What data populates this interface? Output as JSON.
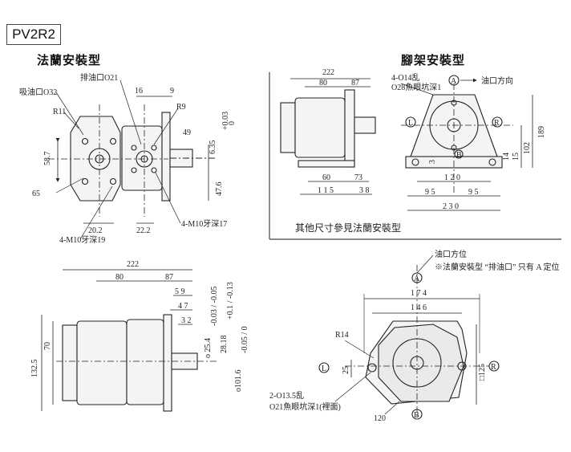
{
  "model": "PV2R2",
  "flange": {
    "title": "法蘭安裝型",
    "suction_port": "吸油口O32",
    "discharge_port": "排油口O21",
    "r11": "R11",
    "r9": "R9",
    "d16": "16",
    "d9": "9",
    "d49": "49",
    "d58_7": "58.7",
    "d65": "65",
    "d20_2": "20.2",
    "d22_2": "22.2",
    "d47_6": "47.6",
    "d6_35": "6.35",
    "tol_a": "+0.03",
    "tol_b": "0",
    "m10_19": "4-M10牙深19",
    "m10_17": "4-M10牙深17"
  },
  "foot": {
    "title": "腳架安裝型",
    "d222": "222",
    "d80": "80",
    "d87": "87",
    "holes": "4-O14乱",
    "spotface": "O28魚眼坑深1",
    "oil_direction": "油口方向",
    "a": "A",
    "l": "L",
    "r": "R",
    "b": "B",
    "d3": "3",
    "d60": "60",
    "d73": "73",
    "d115": "1 1 5",
    "d38": "3 8",
    "d120": "1 2 0",
    "d95a": "9 5",
    "d95b": "9 5",
    "d230": "2 3 0",
    "d14": "14",
    "d15": "15",
    "d102": "102",
    "d189": "189",
    "note": "其他尺寸參見法蘭安裝型"
  },
  "side": {
    "d222": "222",
    "d80": "80",
    "d87": "87",
    "d59": "5 9",
    "d47": "4 7",
    "d32": "3 2",
    "d70": "70",
    "d132_5": "132.5",
    "shaft_d": "o 25.4",
    "shaft_tol": "-0.03 / -0.05",
    "key_d": "28.18",
    "key_tol": "+0.1 / -0.13",
    "pilot_d": "o101.6",
    "pilot_tol": "-0.05 / 0"
  },
  "front": {
    "oil_port": "油口方位",
    "port_note": "※法蘭安裝型 “排油口” 只有 A 定位",
    "a": "A",
    "l": "L",
    "r": "R",
    "b": "B",
    "d174": "1 7 4",
    "d146": "1 4 6",
    "r14": "R14",
    "d25": "25",
    "d125": "□125",
    "holes": "2-O13.5乱",
    "spotface": "O21魚眼坑深1(裡面)",
    "d120": "120"
  }
}
